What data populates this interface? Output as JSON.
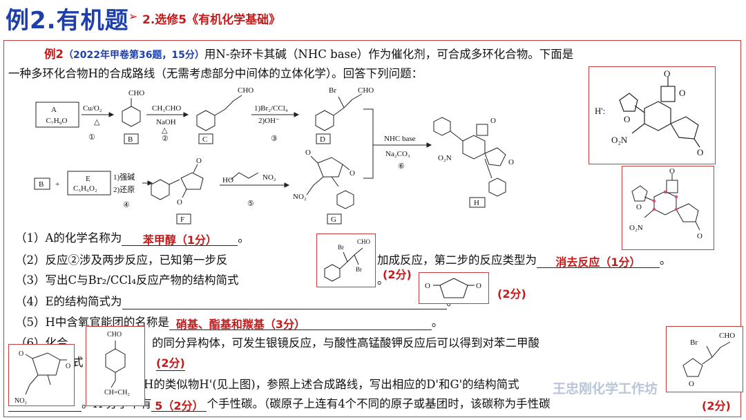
{
  "title": "例2.有机题",
  "subtitle": "2.选修5《有机化学基础》",
  "intro": {
    "label": "例2",
    "source": "（2022年甲卷第36题，15分）",
    "line1": "用N-杂环卡其碱（NHC base）作为催化剂，可合成多环化合物。下面是",
    "line2": "一种多环化合物H的合成路线（无需考虑部分中间体的立体化学）。回答下列问题："
  },
  "scheme": {
    "A_name": "A",
    "A_formula": "C₇H₈O",
    "step1": "Cu/O₂",
    "step1b": "△",
    "n1": "①",
    "B": "B",
    "step2": "CH₃CHO",
    "step2b": "NaOH",
    "step2c": "△",
    "n2": "②",
    "C": "C",
    "step3": "1)Br₂/CCl₄",
    "step3b": "2)OH⁻",
    "n3": "③",
    "D": "D",
    "step6": "NHC base",
    "step6b": "Na₂CO₃",
    "n6": "⑥",
    "H": "H",
    "B2": "B",
    "plus": "+",
    "E_name": "E",
    "E_formula": "C₅H₆O₂",
    "step4": "1)强碱",
    "step4b": "2)还原",
    "n4": "④",
    "F": "F",
    "n5": "⑤",
    "G": "G",
    "cho": "CHO",
    "br": "Br",
    "o": "O",
    "no2": "NO₂",
    "o2n": "O₂N",
    "ho": "HO",
    "ch2ch2": "CH=CH₂"
  },
  "hprime_label": "H':",
  "questions": {
    "q1": {
      "prefix": "（1）A的化学名称为",
      "answer": "苯甲醇（1分）",
      "suffix": "。"
    },
    "q2": {
      "prefix": "（2）反应②涉及两步反应，已知第一步反",
      "mid": "加成反应，第二步的反应类型为",
      "answer": "消去反应（1分）",
      "suffix": "。"
    },
    "q3": {
      "prefix": "（3）写出C与Br₂/CCl₄反应产物的结构简式",
      "score": "(2分)",
      "suffix": "。"
    },
    "q4": {
      "prefix": "（4）E的结构简式为",
      "score": "(2分)",
      "suffix": "。"
    },
    "q5": {
      "prefix": "（5）H中含氧官能团的名称是",
      "answer": "硝基、酯基和羰基（3分）",
      "suffix": "。"
    },
    "q6": {
      "prefix": "（6）化合",
      "mid": "的同分异构体，可发生银镜反应，与酸性高锰酸钾反应后可以得到对苯二甲酸",
      "line2": "式",
      "score": "(2分)"
    },
    "q7": {
      "text": "H的类似物H'(见上图)，参照上述合成路线，写出相应的D'和G'的结构简式",
      "line2a": "。H'分子中有",
      "answer": "5（2分）",
      "line2b": "个手性碳。（碳原子上连有4个不同的原子或基团时，该碳称为手性碳",
      "score": "(2分)"
    }
  },
  "watermark": "王忠刚化学工作坊"
}
